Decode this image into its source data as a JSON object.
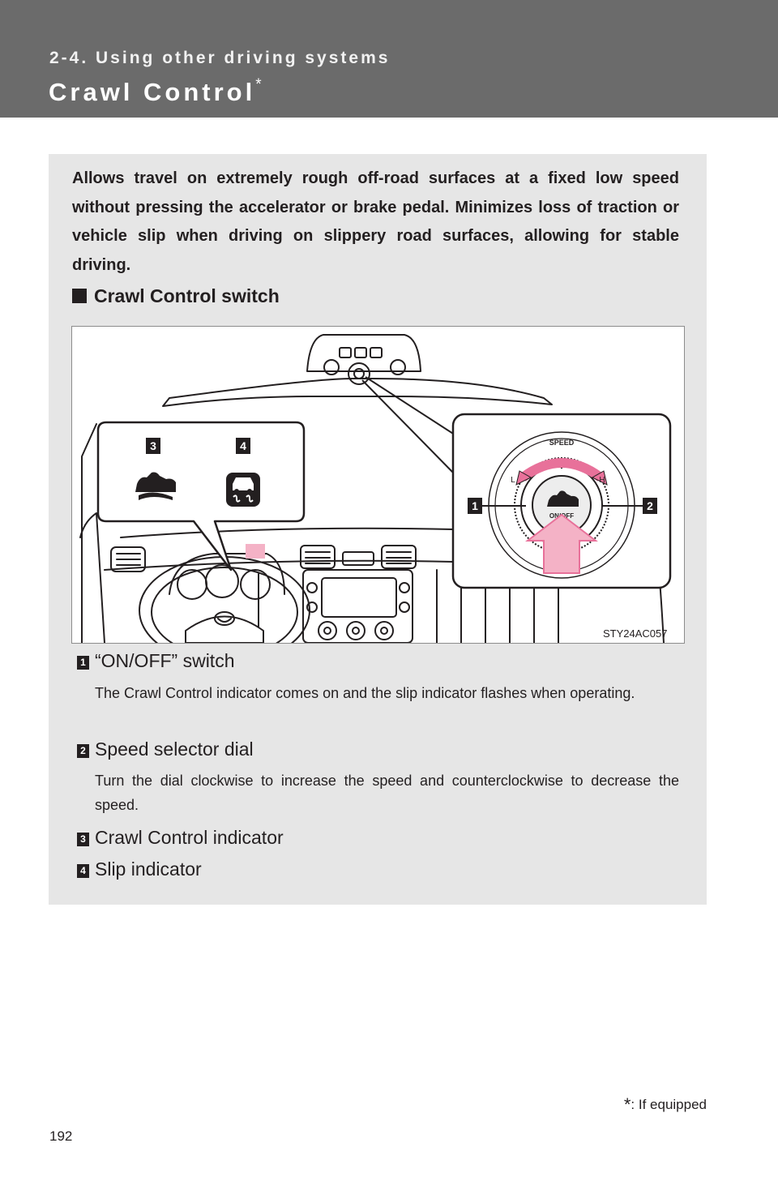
{
  "header": {
    "section": "2-4. Using other driving systems",
    "title": "Crawl Control",
    "title_mark": "*"
  },
  "intro": "Allows travel on extremely rough off-road surfaces at a fixed low speed without pressing the accelerator or brake pedal. Minimizes loss of traction or vehicle slip when driving on slippery road surfaces, allowing for stable driving.",
  "subheading": "Crawl Control switch",
  "illustration": {
    "code": "STY24AC057",
    "dial_speed": "SPEED",
    "dial_low": "L",
    "dial_high": "H",
    "dial_button": "ON/OFF",
    "badges": [
      "1",
      "2",
      "3",
      "4"
    ]
  },
  "items": [
    {
      "num": "1",
      "label": "“ON/OFF” switch",
      "desc": "The Crawl Control indicator comes on and the slip indicator flashes when operating."
    },
    {
      "num": "2",
      "label": "Speed selector dial",
      "desc": "Turn the dial clockwise to increase the speed and counterclockwise to decrease the speed."
    },
    {
      "num": "3",
      "label": "Crawl Control indicator"
    },
    {
      "num": "4",
      "label": "Slip indicator"
    }
  ],
  "footnote": {
    "mark": "*",
    "text": ": If equipped"
  },
  "page_number": "192"
}
